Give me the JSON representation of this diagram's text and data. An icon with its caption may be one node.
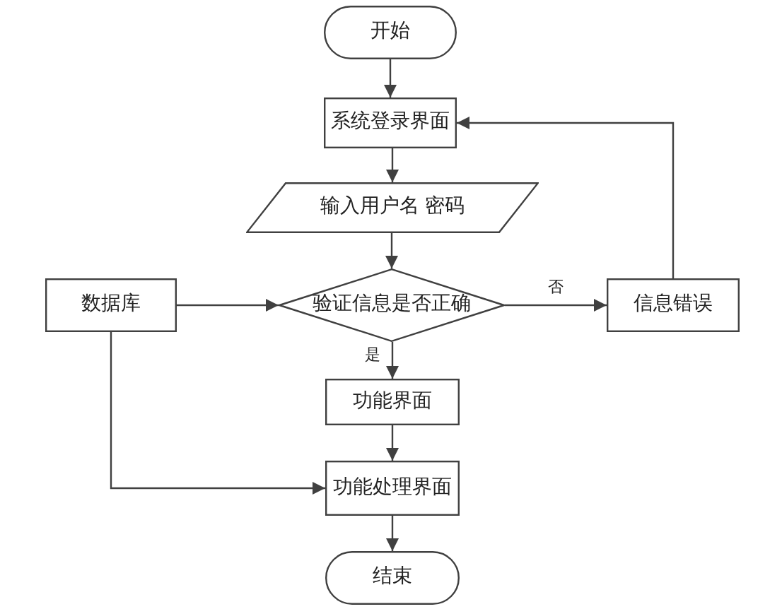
{
  "diagram": {
    "nodes": [
      {
        "text": [
          "开始"
        ]
      },
      {
        "text": [
          "系统登录界面"
        ]
      },
      {
        "text": [
          "输入用户名 密码"
        ]
      },
      {
        "text": [
          "数据库"
        ]
      },
      {
        "text": [
          "验证信息是否正确"
        ]
      },
      {
        "text": [
          "信息错误"
        ]
      },
      {
        "text": [
          "功能界面"
        ]
      },
      {
        "text": [
          "功能处理界面"
        ]
      },
      {
        "text": [
          "结束"
        ]
      }
    ],
    "edges": [
      {
        "from": 0,
        "to": 1,
        "arrow": "to"
      },
      {
        "from": 1,
        "to": 2,
        "arrow": "to"
      },
      {
        "from": 2,
        "to": 4,
        "arrow": "to"
      },
      {
        "from": 3,
        "to": 4,
        "arrow": "to"
      },
      {
        "from": 4,
        "to": 5,
        "arrow": "to",
        "label": "否"
      },
      {
        "from": 5,
        "to": 1,
        "arrow": "to"
      },
      {
        "from": 4,
        "to": 6,
        "arrow": "to",
        "label": "是"
      },
      {
        "from": 6,
        "to": 7,
        "arrow": "to"
      },
      {
        "from": 3,
        "to": 7,
        "arrow": "to"
      },
      {
        "from": 7,
        "to": 8,
        "arrow": "to"
      }
    ]
  }
}
